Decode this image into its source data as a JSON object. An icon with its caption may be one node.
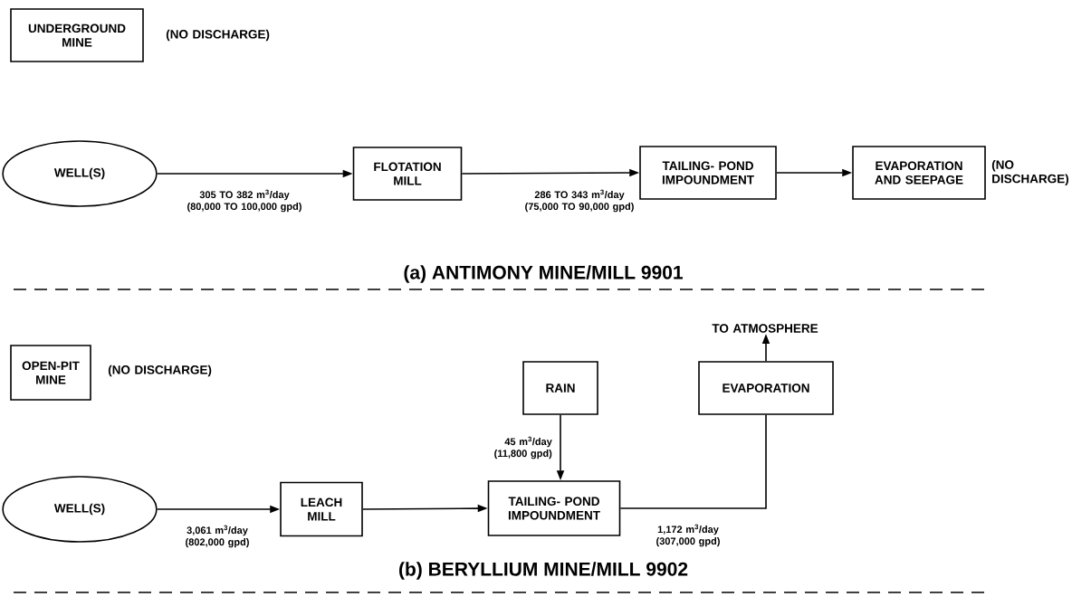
{
  "diagram": {
    "nodes": [
      {
        "text": [
          "UNDERGROUND MINE"
        ],
        "beside": [
          "(NO DISCHARGE)"
        ]
      },
      {
        "text": [
          "WELL(S)"
        ]
      },
      {
        "text": [
          "FLOTATION MILL"
        ]
      },
      {
        "text": [
          "TAILING- POND IMPOUNDMENT"
        ]
      },
      {
        "text": [
          "EVAPORATION AND SEEPAGE"
        ],
        "beside": [
          "(NO DISCHARGE)"
        ]
      },
      {
        "text": [
          "OPEN-PIT MINE"
        ],
        "beside": [
          "(NO DISCHARGE)"
        ]
      },
      {
        "text": [
          "RAIN"
        ]
      },
      {
        "text": [
          "EVAPORATION"
        ]
      },
      {
        "text": [
          "TO ATMOSPHERE"
        ]
      },
      {
        "text": [
          "WELL(S)"
        ]
      },
      {
        "text": [
          "LEACH MILL"
        ]
      },
      {
        "text": [
          "TAILING- POND IMPOUNDMENT"
        ]
      }
    ],
    "edges": [
      {
        "from": 1,
        "to": 2,
        "arrow": "to",
        "label": "305 TO 382 m$^{3}$/day (80,000 TO 100,000 gpd)"
      },
      {
        "from": 2,
        "to": 3,
        "arrow": "to",
        "label": "286 TO 343 m$^{3}$/day (75,000 TO 90,000 gpd)"
      },
      {
        "from": 3,
        "to": 4,
        "arrow": "to"
      },
      {
        "from": 7,
        "to": 8,
        "arrow": "to"
      },
      {
        "from": 6,
        "to": 11,
        "arrow": "to",
        "label": "45 m$^{3}$/day (11,800 gpd)"
      },
      {
        "from": 9,
        "to": 10,
        "arrow": "to",
        "label": "3,061 m$^{3}$/day (802,000 gpd)"
      },
      {
        "from": 10,
        "to": 11,
        "arrow": "to"
      },
      {
        "from": 11,
        "to": 7,
        "arrow": "none",
        "label": "1,172 m$^{3}$/day (307,000 gpd)"
      }
    ],
    "labels": [
      "(a) ANTIMONY MINE/MILL 9901",
      "(b) BERYLLIUM MINE/MILL 9902"
    ]
  }
}
